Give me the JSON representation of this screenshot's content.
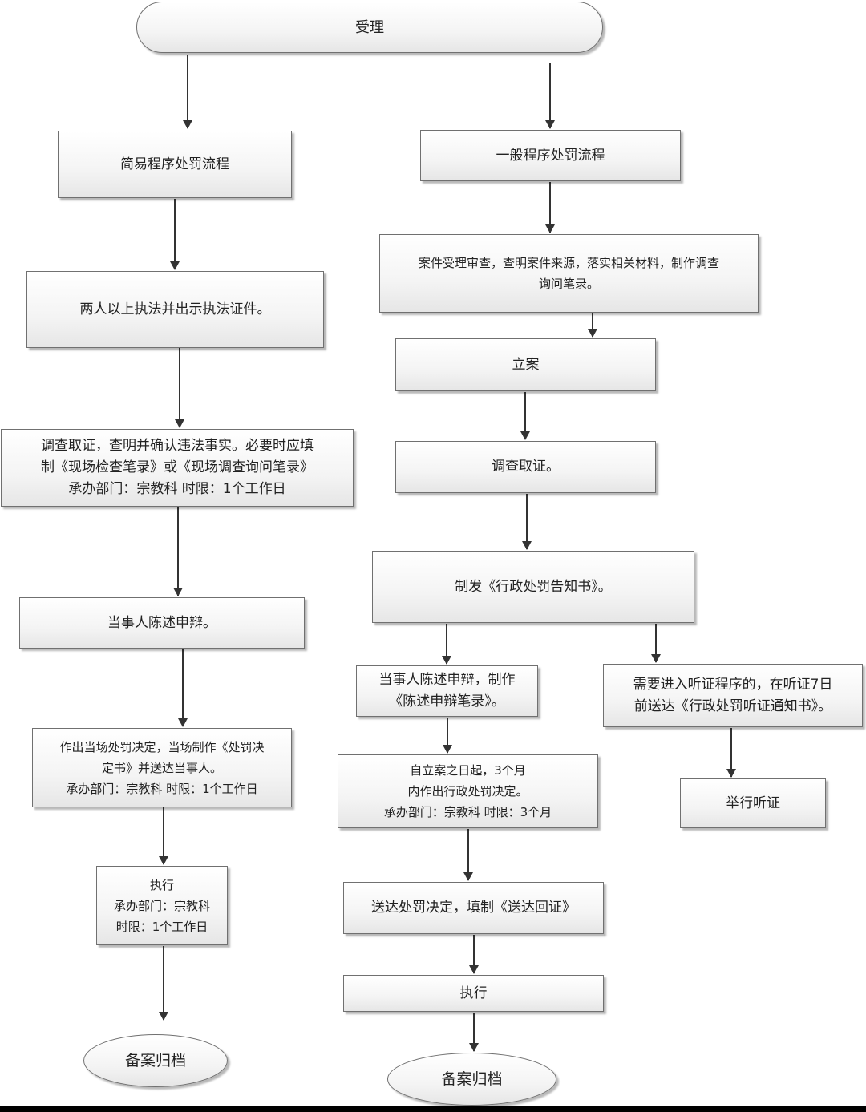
{
  "start": {
    "label": "受理"
  },
  "left": {
    "title": "简易程序处罚流程",
    "step1": "两人以上执法并出示执法证件。",
    "step2": {
      "line1": "调查取证，查明并确认违法事实。必要时应填",
      "line2": "制《现场检查笔录》或《现场调查询问笔录》",
      "line3": "承办部门：宗教科   时限：1个工作日"
    },
    "step3": "当事人陈述申辩。",
    "step4": {
      "line1": "作出当场处罚决定，当场制作《处罚决",
      "line2": "定书》并送达当事人。",
      "line3": "承办部门：宗教科   时限：1个工作日"
    },
    "step5": {
      "line1": "执行",
      "line2": "承办部门：宗教科",
      "line3": "时限：1个工作日"
    },
    "end": "备案归档"
  },
  "right": {
    "title": "一般程序处罚流程",
    "step1": {
      "line1": "案件受理审查，查明案件来源，落实相关材料，制作调查",
      "line2": "询问笔录。"
    },
    "step2": "立案",
    "step3": "调查取证。",
    "step4": "制发《行政处罚告知书》。",
    "step5": {
      "line1": "当事人陈述申辩，制作",
      "line2": "《陈述申辩笔录》。"
    },
    "hearing_notice": {
      "line1": "需要进入听证程序的，在听证7日",
      "line2": "前送达《行政处罚听证通知书》。"
    },
    "hearing": "举行听证",
    "step6": {
      "line1": "自立案之日起，3个月",
      "line2": "内作出行政处罚决定。",
      "line3": "承办部门：宗教科  时限：3个月"
    },
    "step7": "送达处罚决定，填制《送达回证》",
    "step8": "执行",
    "end": "备案归档"
  },
  "colors": {
    "border": "#707070",
    "arrow": "#333333",
    "fill": "#f4f4f4"
  }
}
